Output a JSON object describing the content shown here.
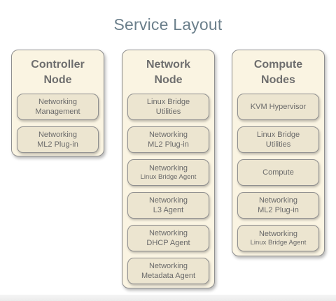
{
  "title": "Service Layout",
  "nodes": [
    {
      "title_line1": "Controller",
      "title_line2": "Node",
      "components": [
        {
          "line1": "Networking",
          "line2": "Management"
        },
        {
          "line1": "Networking",
          "line2": "ML2 Plug-in"
        }
      ]
    },
    {
      "title_line1": "Network",
      "title_line2": "Node",
      "components": [
        {
          "line1": "Linux Bridge",
          "line2": "Utilities"
        },
        {
          "line1": "Networking",
          "line2": "ML2 Plug-in"
        },
        {
          "line1": "Networking",
          "line2": "Linux Bridge Agent"
        },
        {
          "line1": "Networking",
          "line2": "L3 Agent"
        },
        {
          "line1": "Networking",
          "line2": "DHCP Agent"
        },
        {
          "line1": "Networking",
          "line2": "Metadata Agent"
        }
      ]
    },
    {
      "title_line1": "Compute",
      "title_line2": "Nodes",
      "components": [
        {
          "line1": "KVM Hypervisor"
        },
        {
          "line1": "Linux Bridge",
          "line2": "Utilities"
        },
        {
          "line1": "Compute"
        },
        {
          "line1": "Networking",
          "line2": "ML2 Plug-in"
        },
        {
          "line1": "Networking",
          "line2": "Linux Bridge Agent"
        }
      ]
    }
  ]
}
